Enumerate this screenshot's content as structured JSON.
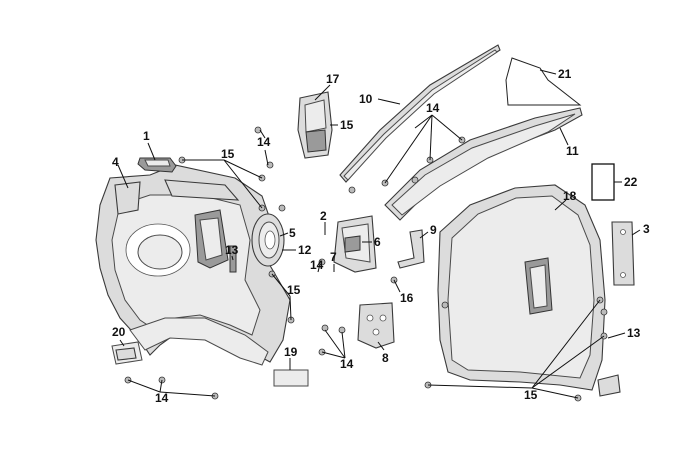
{
  "diagram": {
    "callouts": [
      {
        "id": "c1",
        "text": "1"
      },
      {
        "id": "c2",
        "text": "2"
      },
      {
        "id": "c3",
        "text": "3"
      },
      {
        "id": "c4",
        "text": "4"
      },
      {
        "id": "c5",
        "text": "5"
      },
      {
        "id": "c6",
        "text": "6"
      },
      {
        "id": "c7",
        "text": "7"
      },
      {
        "id": "c8",
        "text": "8"
      },
      {
        "id": "c9",
        "text": "9"
      },
      {
        "id": "c10",
        "text": "10"
      },
      {
        "id": "c11",
        "text": "11"
      },
      {
        "id": "c12",
        "text": "12"
      },
      {
        "id": "c13a",
        "text": "13"
      },
      {
        "id": "c13b",
        "text": "13"
      },
      {
        "id": "c14a",
        "text": "14"
      },
      {
        "id": "c14b",
        "text": "14"
      },
      {
        "id": "c14c",
        "text": "14"
      },
      {
        "id": "c14d",
        "text": "14"
      },
      {
        "id": "c14e",
        "text": "14"
      },
      {
        "id": "c15a",
        "text": "15"
      },
      {
        "id": "c15b",
        "text": "15"
      },
      {
        "id": "c15c",
        "text": "15"
      },
      {
        "id": "c15d",
        "text": "15"
      },
      {
        "id": "c16",
        "text": "16"
      },
      {
        "id": "c17",
        "text": "17"
      },
      {
        "id": "c18",
        "text": "18"
      },
      {
        "id": "c19",
        "text": "19"
      },
      {
        "id": "c20",
        "text": "20"
      },
      {
        "id": "c21",
        "text": "21"
      },
      {
        "id": "c22",
        "text": "22"
      }
    ]
  }
}
